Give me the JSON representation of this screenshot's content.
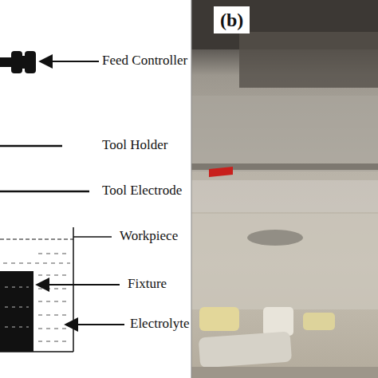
{
  "diagram": {
    "labels": [
      "Feed Controller",
      "Tool Holder",
      "Tool Electrode",
      "Workpiece",
      "Fixture",
      "Electrolyte",
      "(b)"
    ]
  }
}
